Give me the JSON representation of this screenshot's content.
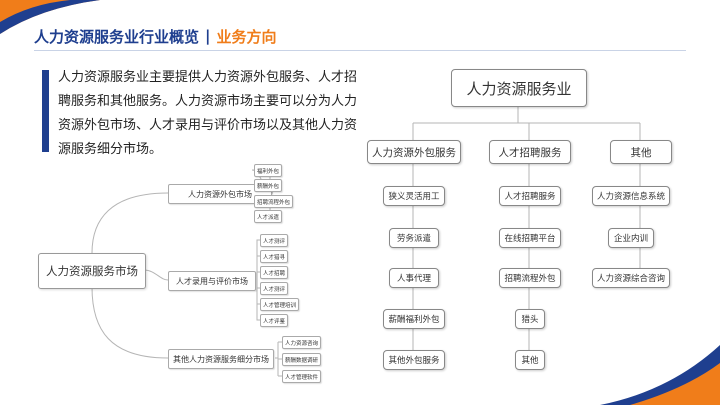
{
  "header": {
    "title": "人力资源服务业行业概览",
    "separator": "|",
    "subtitle": "业务方向"
  },
  "intro": {
    "text": "人力资源服务业主要提供人力资源外包服务、人才招聘服务和其他服务。人力资源市场主要可以分为人力资源外包市场、人才录用与评价市场以及其他人力资源服务细分市场。"
  },
  "mindmap": {
    "root": "人力资源服务市场",
    "branches": [
      {
        "label": "人力资源外包市场",
        "leaves": [
          "福利外包",
          "薪酬外包",
          "招聘流程外包",
          "人才派遣"
        ]
      },
      {
        "label": "人才录用与评价市场",
        "leaves": [
          "人才测评",
          "人才猎寻",
          "人才招聘",
          "人才测评",
          "人才管理培训",
          "人才评鉴"
        ]
      },
      {
        "label": "其他人力资源服务细分市场",
        "leaves": [
          "人力资源咨询",
          "薪酬数据调研",
          "人才管理软件"
        ]
      }
    ]
  },
  "orgchart": {
    "root": "人力资源服务业",
    "columns": [
      {
        "label": "人力资源外包服务",
        "items": [
          "狭义灵活用工",
          "劳务派遣",
          "人事代理",
          "薪酬福利外包",
          "其他外包服务"
        ]
      },
      {
        "label": "人才招聘服务",
        "items": [
          "人才招聘服务",
          "在线招聘平台",
          "招聘流程外包",
          "猎头",
          "其他"
        ]
      },
      {
        "label": "其他",
        "items": [
          "人力资源信息系统",
          "企业内训",
          "人力资源综合咨询"
        ]
      }
    ]
  },
  "colors": {
    "brand_blue": "#1f3f8f",
    "accent_orange": "#f07d1a"
  }
}
